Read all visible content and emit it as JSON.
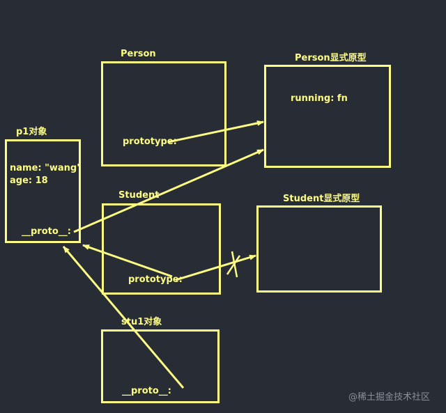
{
  "colors": {
    "background": "#282c34",
    "stroke": "#fdfd86",
    "watermark": "#8a8f99"
  },
  "nodes": {
    "person": {
      "title": "Person",
      "field": "prototype:"
    },
    "person_proto": {
      "title": "Person显式原型",
      "field": "running: fn"
    },
    "p1": {
      "title": "p1对象",
      "field1": "name: \"wang\"",
      "field2": "age: 18",
      "field3": "__proto__:"
    },
    "student": {
      "title": "Student",
      "field": "prototype:"
    },
    "student_proto": {
      "title": "Student显式原型"
    },
    "stu1": {
      "title": "stu1对象",
      "field": "__proto__:"
    }
  },
  "watermark": "@稀土掘金技术社区"
}
